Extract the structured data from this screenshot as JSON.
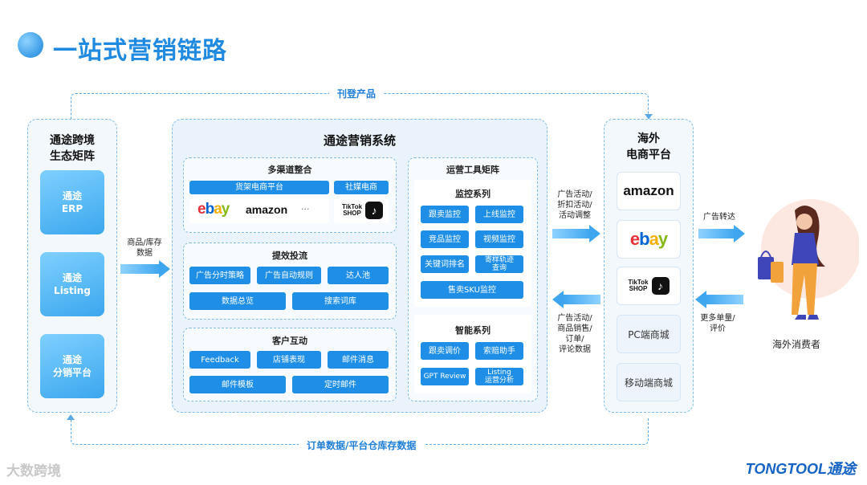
{
  "title": "一站式营销链路",
  "top_flow_label": "刊登产品",
  "bottom_flow_label": "订单数据/平台仓库存数据",
  "left_panel": {
    "title_l1": "通途跨境",
    "title_l2": "生态矩阵",
    "tiles": [
      {
        "l1": "通途",
        "l2": "ERP"
      },
      {
        "l1": "通途",
        "l2": "Listing"
      },
      {
        "l1": "通途",
        "l2": "分销平台"
      }
    ]
  },
  "left_arrow_label_l1": "商品/库存",
  "left_arrow_label_l2": "数据",
  "center": {
    "title": "通途营销系统",
    "multichannel": {
      "title": "多渠道整合",
      "shelf_label": "货架电商平台",
      "social_label": "社媒电商",
      "ebay": {
        "e": "e",
        "b": "b",
        "a": "a",
        "y": "y"
      },
      "amazon": "amazon",
      "ellipsis": "···",
      "tiktok_l1": "TikTok",
      "tiktok_l2": "SHOP",
      "tiktok_icon": "♪"
    },
    "ads": {
      "title": "提效投流",
      "buttons_row1": [
        "广告分时策略",
        "广告自动规则",
        "达人池"
      ],
      "buttons_row2": [
        "数据总览",
        "搜索词库"
      ]
    },
    "customer": {
      "title": "客户互动",
      "buttons_row1": [
        "Feedback",
        "店铺表现",
        "邮件消息"
      ],
      "buttons_row2": [
        "邮件模板",
        "定时邮件"
      ]
    },
    "ops": {
      "title": "运营工具矩阵",
      "monitor_title": "监控系列",
      "monitor_buttons": [
        "跟卖监控",
        "上线监控",
        "竞品监控",
        "视频监控",
        "关键词排名"
      ],
      "monitor_track_l1": "寄样轨迹",
      "monitor_track_l2": "查询",
      "monitor_sku": "售卖SKU监控",
      "smart_title": "智能系列",
      "smart_buttons": [
        "跟卖调价",
        "索赔助手",
        "GPT Review"
      ],
      "smart_listing_l1": "Listing",
      "smart_listing_l2": "运营分析"
    }
  },
  "mid_right_top_label": [
    "广告活动/",
    "折扣活动/",
    "活动调整"
  ],
  "mid_right_bottom_label": [
    "广告活动/",
    "商品销售/",
    "订单/",
    "评论数据"
  ],
  "right_panel": {
    "title_l1": "海外",
    "title_l2": "电商平台",
    "amazon": "amazon",
    "ebay": {
      "e": "e",
      "b": "b",
      "a": "a",
      "y": "y"
    },
    "tiktok_l1": "TikTok",
    "tiktok_l2": "SHOP",
    "tiktok_icon": "♪",
    "pc": "PC端商城",
    "mobile": "移动端商城"
  },
  "far_right_top_label": "广告转达",
  "far_right_bottom_label": [
    "更多单量/",
    "评价"
  ],
  "consumer_label": "海外消费者",
  "brand": "TONGTOOL通途",
  "watermark": "大数跨境",
  "colors": {
    "accent": "#1e8ee6",
    "title": "#1f8ae0",
    "panel_bg": "#eaf3fc",
    "ebay_red": "#e53238",
    "ebay_blue": "#0064d2",
    "ebay_yellow": "#f5af02",
    "ebay_green": "#86b817"
  }
}
